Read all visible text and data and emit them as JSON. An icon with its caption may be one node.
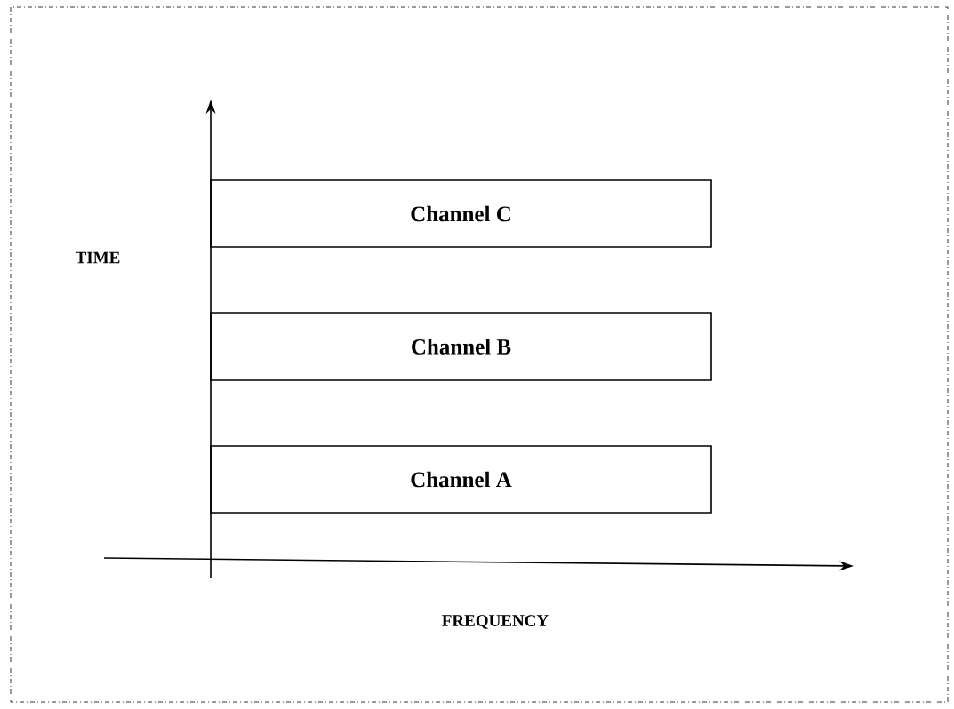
{
  "diagram": {
    "nodes": [
      {
        "text": [
          "Channel C"
        ]
      },
      {
        "text": [
          "Channel B"
        ]
      },
      {
        "text": [
          "Channel A"
        ]
      }
    ],
    "labels": [
      "TIME",
      "FREQUENCY"
    ]
  }
}
